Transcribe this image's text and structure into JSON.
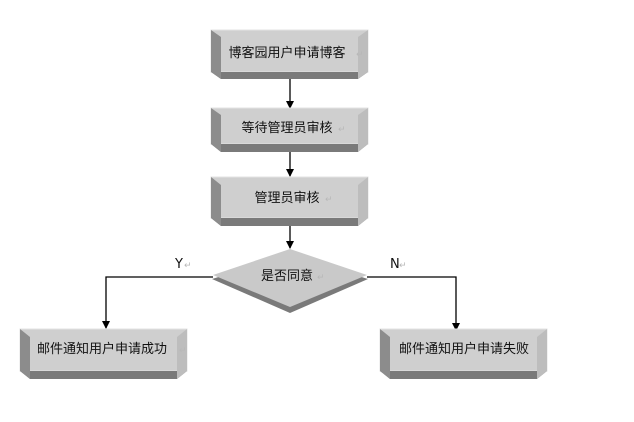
{
  "diagram": {
    "type": "flowchart",
    "paragraph_mark": "↵",
    "nodes": {
      "apply": {
        "label": "博客园用户申请博客",
        "shape": "box"
      },
      "wait": {
        "label": "等待管理员审核",
        "shape": "box"
      },
      "review": {
        "label": "管理员审核",
        "shape": "box"
      },
      "decision": {
        "label": "是否同意",
        "shape": "diamond"
      },
      "success": {
        "label": "邮件通知用户申请成功",
        "shape": "box"
      },
      "failure": {
        "label": "邮件通知用户申请失败",
        "shape": "box"
      }
    },
    "edges": {
      "yes": {
        "from": "decision",
        "to": "success",
        "label": "Y"
      },
      "no": {
        "from": "decision",
        "to": "failure",
        "label": "N"
      }
    },
    "colors": {
      "box_face": "#cfcfcf",
      "box_top": "#e3e3e3",
      "box_bottom": "#7a7a7a",
      "box_side_dark": "#8c8c8c",
      "box_side_light": "#bdbdbd",
      "diamond_face": "#c9c9c9",
      "line": "#000000",
      "text": "#111111"
    }
  }
}
